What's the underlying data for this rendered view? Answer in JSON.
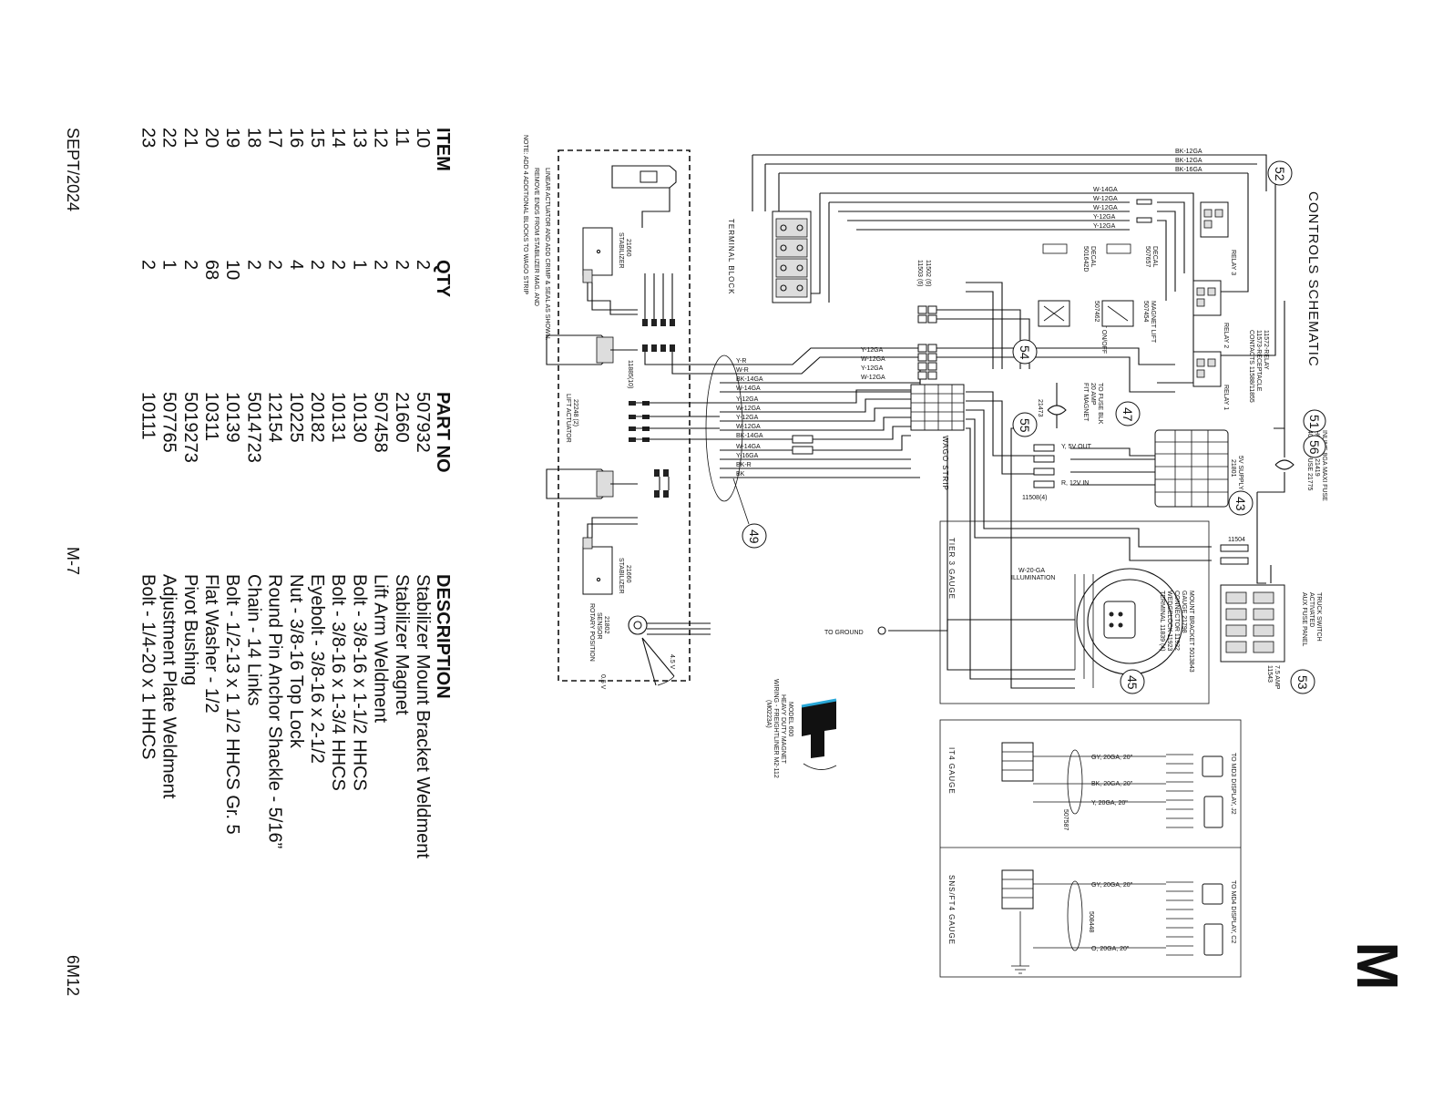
{
  "sheet": {
    "letter": "M",
    "page_number": "M-7",
    "doc_code": "6M12",
    "date": "SEPT/2024"
  },
  "diagram": {
    "title": "CONTROLS SCHEMATIC",
    "note": [
      "NOTE:   ADD 4 ADDITIONAL BLOCKS TO WAGO STRIP",
      "REMOVE ENDS FROM STABILIZER MAG. AND",
      "LINEAR ACTUATOR AND ADD CRIMP & SEAL AS SHOWN."
    ],
    "callouts": [
      "52",
      "51",
      "56",
      "43",
      "47",
      "53",
      "54",
      "55",
      "45",
      "49"
    ],
    "labels": {
      "terminal_block": "TERMINAL BLOCK",
      "wago_strip": "WAGO STRIP",
      "tier3_gauge": "TIER 3 GAUGE",
      "it4_gauge": "IT4 GAUGE",
      "snsft4_gauge": "SNS/FT4 GAUGE",
      "relay1": "RELAY 1",
      "relay2": "RELAY 2",
      "relay3": "RELAY 3",
      "relay_info": [
        "11572-RELAY",
        "11573-RECEPTACLE",
        "CONTACTS 11588/11855"
      ],
      "inline_fuse": [
        "INLINE 8GA MAXI FUSE",
        "HOLDER 21419",
        "40 AMP FUSE 21775"
      ],
      "supply": [
        "5V SUPPLY",
        "21801"
      ],
      "truck_switch": [
        "TRUCK SWITCH",
        "ACTIVATED",
        "AUX FUSE PANEL"
      ],
      "amp75": [
        "7.5 AMP",
        "11543"
      ],
      "mount_bracket": [
        "MOUNT BRACKET 5013843",
        "GAUGE 21798",
        "CONNECTOR 11922",
        "WEDGELOCK 11923",
        "TERMINAL 11839 (4)"
      ],
      "illumination": [
        "W-20-GA",
        "ILLUMINATION"
      ],
      "to_ground": "TO GROUND",
      "conn_11502": [
        "11502 (6)",
        "11503 (6)"
      ],
      "conn_11508": "11508(4)",
      "conn_11504": "11504",
      "conn_11885": "11885(10)",
      "magnet_onoff": [
        "MAGNET ON/OFF",
        "507462"
      ],
      "magnet_lift": [
        "MAGNET LIFT",
        "507454"
      ],
      "decal1": [
        "DECAL",
        "501642D"
      ],
      "decal2": [
        "DECAL",
        "507657"
      ],
      "fuse_blk": [
        "TO FUSE BLK",
        "20 AMP",
        "FIT MAGNET"
      ],
      "part_21473": "21473",
      "stabilizer": [
        "STABILIZER",
        "21660"
      ],
      "lift_actuator": [
        "LIFT ACTUATOR",
        "22248 (2)"
      ],
      "rotary": [
        "ROTARY POSITION",
        "SENSOR",
        "21802"
      ],
      "v45": "4.5 V",
      "v05": "0.5 V",
      "to_md3": "TO MD3 DISPLAY, J2",
      "to_md4": "TO MD4 DISPLAY, C2",
      "part_507587": "507587",
      "part_508448": "508448",
      "gy": "GY, 20GA, 20\"",
      "bk": "BK, 20GA, 20\"",
      "y": "Y, 20GA, 20\"",
      "o": "O, 20GA, 20\"",
      "r12v": "R, 12V IN",
      "y5v": "Y, 5V OUT",
      "model": [
        "MODEL 600",
        "HEAVY DUTY MAGNET",
        "WIRING - FREIGHTLINER M2-112",
        "(M0223A)"
      ]
    },
    "wire_labels": {
      "top": [
        "BK-12GA",
        "BK-12GA",
        "BK-16GA"
      ],
      "relay_in": [
        "W-14GA",
        "W-12GA",
        "W-12GA",
        "Y-12GA",
        "Y-12GA"
      ],
      "middle": [
        "Y-12GA",
        "W-12GA",
        "Y-12GA",
        "W-12GA"
      ],
      "harness": [
        "Y-R",
        "W-R",
        "BK-14GA",
        "W-14GA",
        "Y-12GA",
        "W-12GA",
        "Y-12GA",
        "W-12GA",
        "BK-14GA",
        "W-14GA",
        "Y-16GA",
        "BK-R",
        "BK"
      ]
    }
  },
  "parts_table": {
    "headers": {
      "item": "ITEM",
      "qty": "QTY",
      "part_no": "PART NO",
      "description": "DESCRIPTION"
    },
    "rows": [
      {
        "item": "10",
        "qty": "2",
        "part_no": "507932",
        "description": "Stabilizer Mount Bracket Weldment"
      },
      {
        "item": "11",
        "qty": "2",
        "part_no": "21660",
        "description": "Stabilizer Magnet"
      },
      {
        "item": "12",
        "qty": "2",
        "part_no": "507458",
        "description": "Lift Arm Weldment"
      },
      {
        "item": "13",
        "qty": "1",
        "part_no": "10130",
        "description": "Bolt - 3/8-16 x 1-1/2 HHCS"
      },
      {
        "item": "14",
        "qty": "2",
        "part_no": "10131",
        "description": "Bolt - 3/8-16 x 1-3/4 HHCS"
      },
      {
        "item": "15",
        "qty": "2",
        "part_no": "20182",
        "description": "Eyebolt - 3/8-16 x 2-1/2"
      },
      {
        "item": "16",
        "qty": "4",
        "part_no": "10225",
        "description": "Nut - 3/8-16 Top Lock"
      },
      {
        "item": "17",
        "qty": "2",
        "part_no": "12154",
        "description": "Round Pin Anchor Shackle - 5/16”"
      },
      {
        "item": "18",
        "qty": "2",
        "part_no": "5014723",
        "description": "Chain - 14 Links"
      },
      {
        "item": "19",
        "qty": "10",
        "part_no": "10139",
        "description": "Bolt - 1/2-13 x 1 1/2 HHCS Gr. 5"
      },
      {
        "item": "20",
        "qty": "68",
        "part_no": "10311",
        "description": "Flat Washer - 1/2"
      },
      {
        "item": "21",
        "qty": "2",
        "part_no": "5019273",
        "description": "Pivot Bushing"
      },
      {
        "item": "22",
        "qty": "1",
        "part_no": "507765",
        "description": "Adjustment Plate Weldment"
      },
      {
        "item": "23",
        "qty": "2",
        "part_no": "10111",
        "description": "Bolt - 1/4-20 x 1 HHCS"
      }
    ]
  }
}
